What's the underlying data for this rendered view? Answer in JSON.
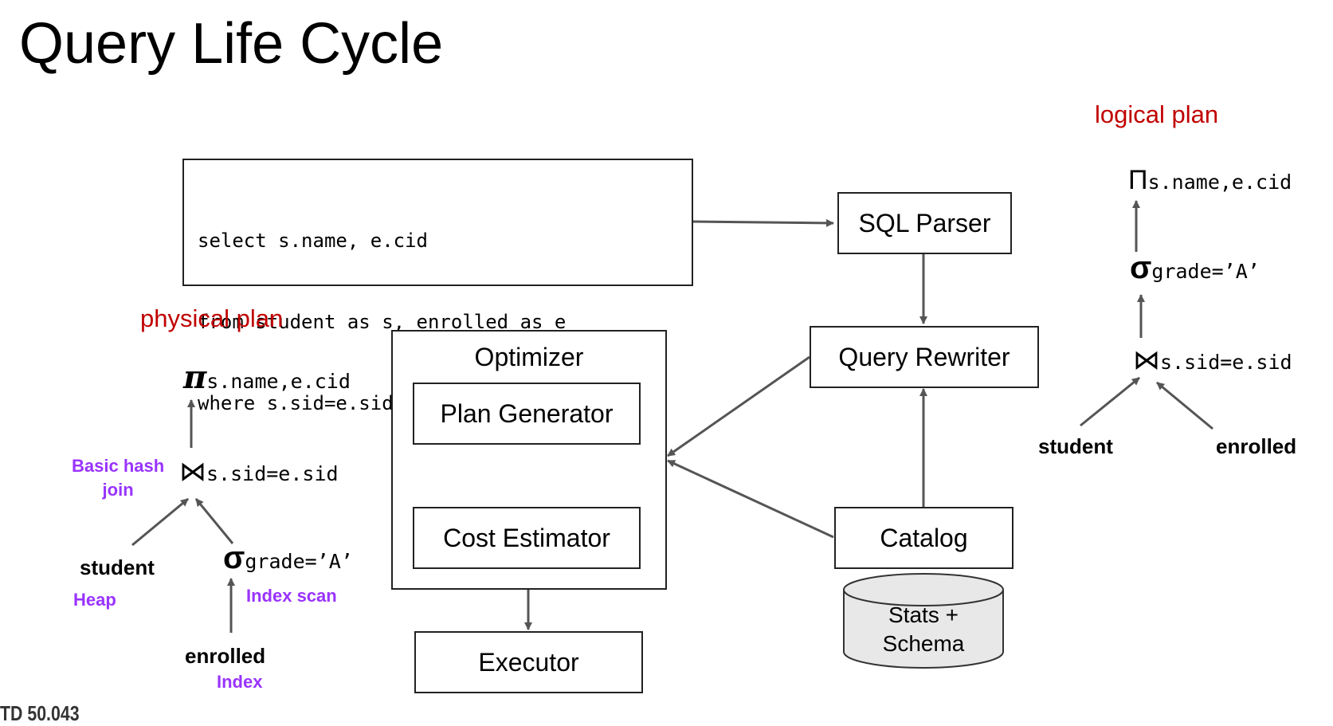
{
  "title": "Query Life Cycle",
  "sql": {
    "line1": "select s.name, e.cid",
    "line2": "from student as s, enrolled as e",
    "line3": "where s.sid=e.sid AND e.grade=’A’"
  },
  "components": {
    "sql_parser": "SQL Parser",
    "query_rewriter": "Query Rewriter",
    "optimizer": "Optimizer",
    "plan_generator": "Plan Generator",
    "cost_estimator": "Cost Estimator",
    "executor": "Executor",
    "catalog": "Catalog",
    "stats_line1": "Stats +",
    "stats_line2": "Schema"
  },
  "physical_plan": {
    "heading": "physical plan",
    "project_symbol": "π",
    "project_sub": "s.name,e.cid",
    "join_symbol": "⋈",
    "join_sub": "s.sid=e.sid",
    "join_note_line1": "Basic hash",
    "join_note_line2": "join",
    "select_symbol": "σ",
    "select_sub": "grade=’A’",
    "select_note": "Index scan",
    "student": "student",
    "student_note": "Heap",
    "enrolled": "enrolled",
    "enrolled_note": "Index"
  },
  "logical_plan": {
    "heading": "logical plan",
    "project_symbol": "Π",
    "project_sub": "s.name,e.cid",
    "select_symbol": "σ",
    "select_sub": "grade=’A’",
    "join_symbol": "⋈",
    "join_sub": "s.sid=e.sid",
    "student": "student",
    "enrolled": "enrolled"
  },
  "footer": "TD 50.043",
  "colors": {
    "annotation_red": "#c00000",
    "annotation_purple": "#9933ff",
    "arrow": "#555555",
    "cylinder_fill": "#e8e8e8"
  }
}
